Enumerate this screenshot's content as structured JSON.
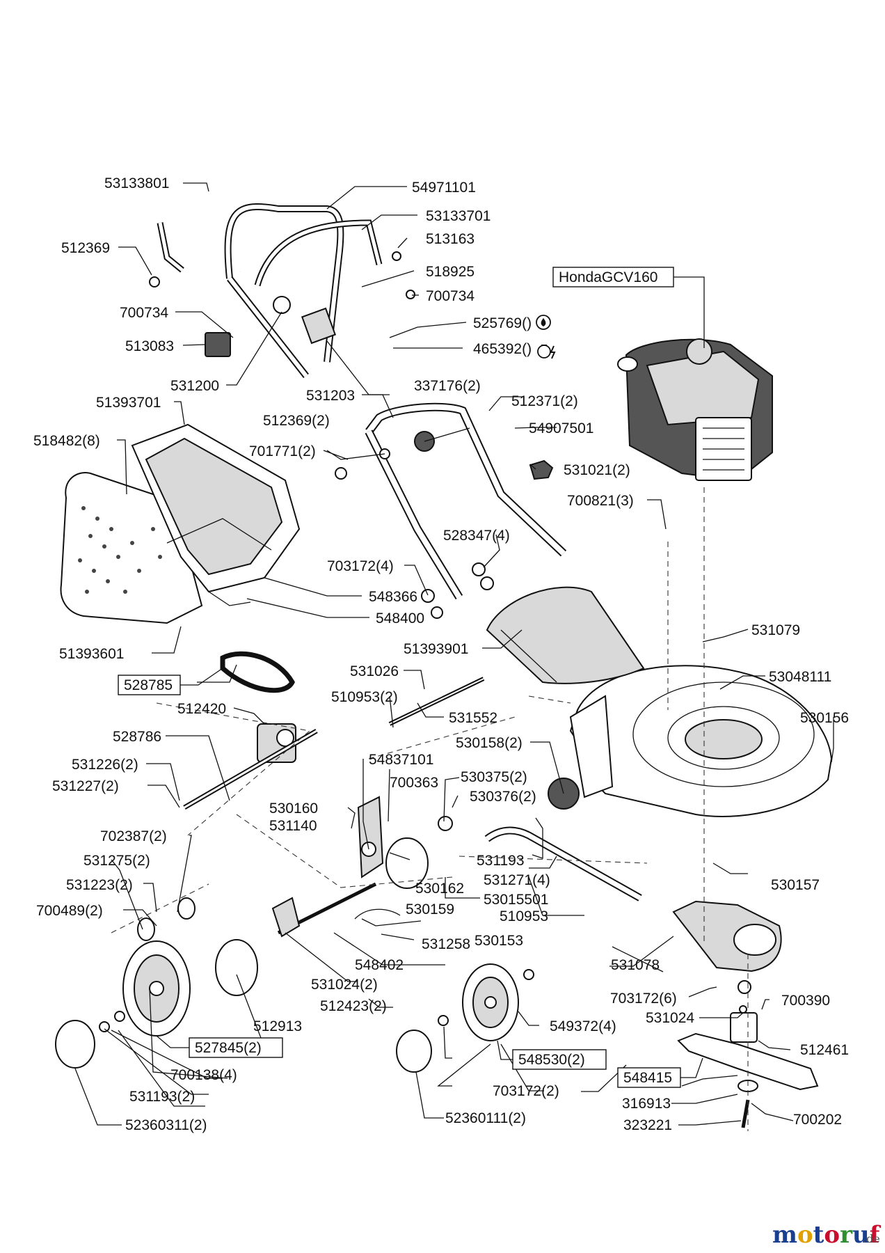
{
  "labels": [
    "53133801",
    "54971101",
    "53133701",
    "512369",
    "513163",
    "518925",
    "700734",
    "700734",
    "513083",
    "525769()",
    "465392()",
    "531200",
    "337176(2)",
    "531203",
    "512371(2)",
    "51393701",
    "512369(2)",
    "54907501",
    "518482(8)",
    "701771(2)",
    "531021(2)",
    "700821(3)",
    "528347(4)",
    "703172(4)",
    "548366",
    "548400",
    "531079",
    "51393901",
    "51393601",
    "53048111",
    "531026",
    "510953(2)",
    "531552",
    "512420",
    "530156",
    "528786",
    "530158(2)",
    "54837101",
    "531226(2)",
    "700363",
    "530375(2)",
    "531227(2)",
    "530376(2)",
    "530160",
    "531140",
    "702387(2)",
    "531193",
    "531275(2)",
    "531271(4)",
    "530162",
    "531223(2)",
    "530157",
    "53015501",
    "700489(2)",
    "530159",
    "510953",
    "531258",
    "530153",
    "548402",
    "531078",
    "531024(2)",
    "512423(2)",
    "703172(6)",
    "700390",
    "531024",
    "549372(4)",
    "512913",
    "512461",
    "700138(4)",
    "703172(2)",
    "316913",
    "531193(2)",
    "700202",
    "52360311(2)",
    "52360111(2)",
    "323221"
  ],
  "boxed_labels": [
    "HondaGCV160",
    "528785",
    "527845(2)",
    "548530(2)",
    "548415"
  ],
  "brand": {
    "name": "motoruf",
    "tld": ".de"
  },
  "colors": {
    "brand_letters": [
      "#1a3f8f",
      "#e0a100",
      "#1a3f8f",
      "#c8102e",
      "#2f8f2f",
      "#1a3f8f",
      "#c8102e"
    ]
  },
  "icons": [
    "oil-drop-icon",
    "engine-start-icon"
  ]
}
